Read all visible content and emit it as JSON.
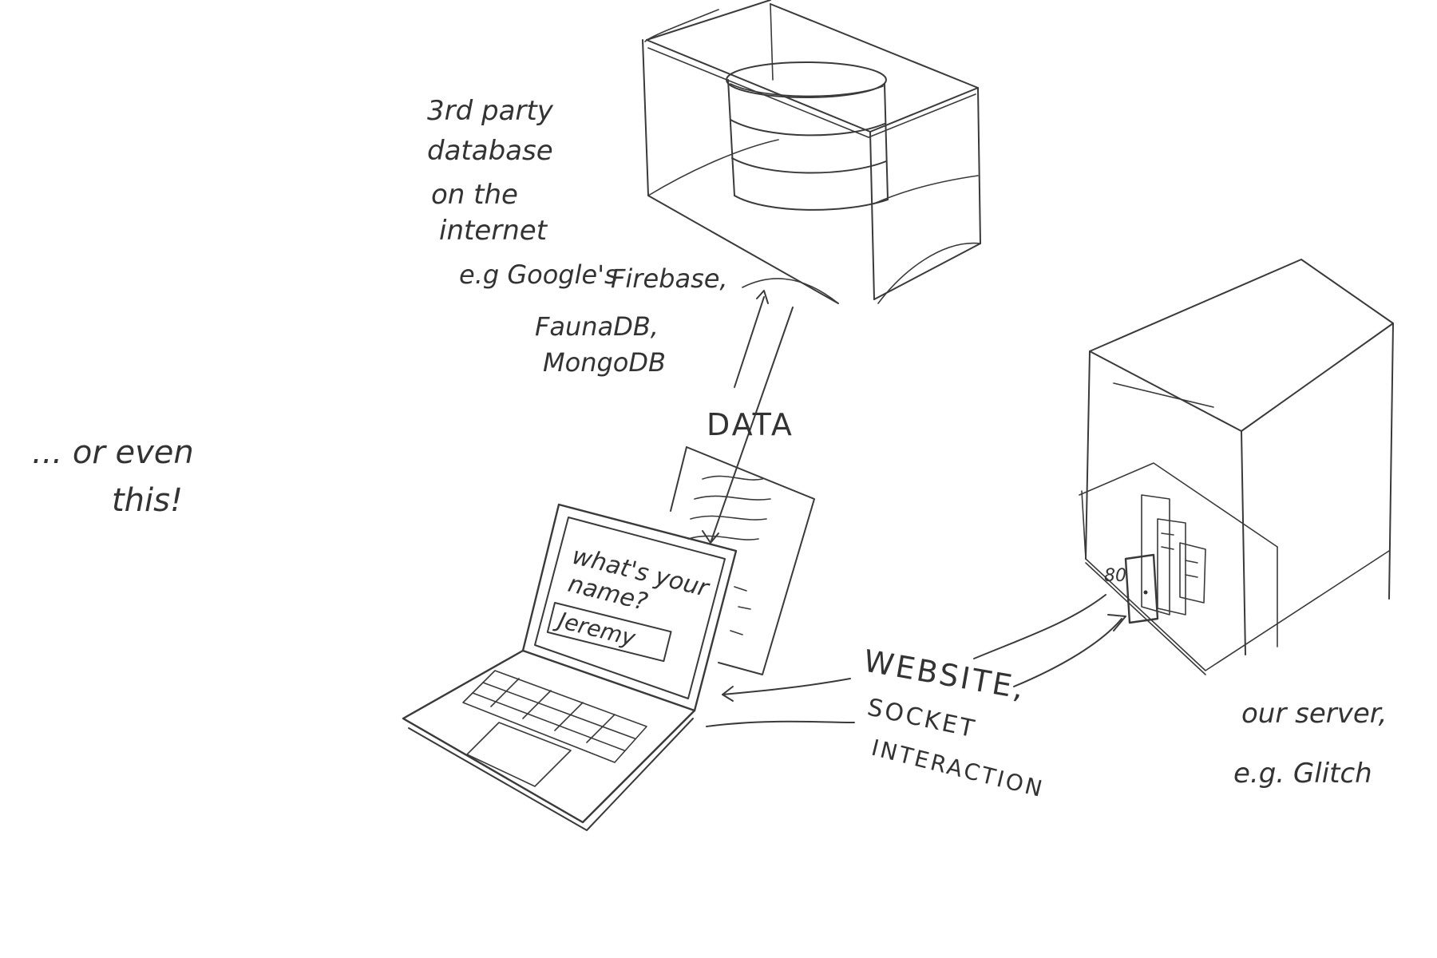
{
  "caption": {
    "line1": "... or even",
    "line2": "this!"
  },
  "database_note": {
    "lines": [
      "3rd party",
      "database",
      "on the",
      "internet"
    ],
    "examples": [
      "e.g Google's",
      "Firebase,",
      "FaunaDB,",
      "MongoDB"
    ]
  },
  "data_label": "DATA",
  "laptop_screen": {
    "prompt_line1": "what's your",
    "prompt_line2": "name?",
    "input_value": "Jeremy"
  },
  "connection_label": {
    "line1": "WEBSITE,",
    "line2": "SOCKET",
    "line3": "INTERACTION"
  },
  "server_note": {
    "line1": "our server,",
    "line2": "e.g. Glitch"
  },
  "server_door_label": "80"
}
